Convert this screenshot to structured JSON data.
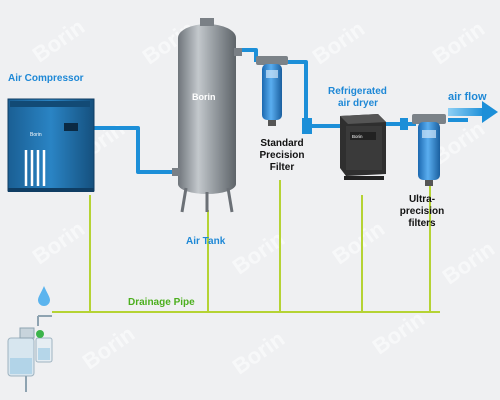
{
  "labels": {
    "air_compressor": "Air Compressor",
    "air_tank": "Air Tank",
    "standard_filter_line1": "Standard",
    "standard_filter_line2": "Precision",
    "standard_filter_line3": "Filter",
    "refrigerated_dryer_line1": "Refrigerated",
    "refrigerated_dryer_line2": "air dryer",
    "air_flow": "air flow",
    "ultra_filters_line1": "Ultra-",
    "ultra_filters_line2": "precision",
    "ultra_filters_line3": "filters",
    "drainage_pipe": "Drainage Pipe"
  },
  "brand": {
    "tank_logo": "Borin",
    "compressor_logo": "Borin",
    "dryer_logo": "Borin",
    "watermark": "Borin"
  },
  "colors": {
    "air_pipe": "#1c8fd8",
    "drain_pipe": "#b5d334",
    "tank": "#8c9196",
    "compressor": "#1d6fa8",
    "filter": "#2a86d0",
    "dryer": "#3a3a3a",
    "label_blue": "#1e88d6",
    "label_green": "#4caf1e"
  }
}
